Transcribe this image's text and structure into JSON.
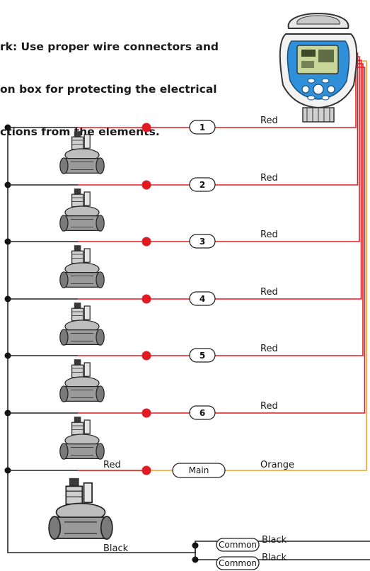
{
  "note": {
    "line1": "rk: Use proper wire connectors and",
    "line2": "on box for protecting the electrical",
    "line3": "ctions from the elements."
  },
  "colors": {
    "red_wire": "#e21b23",
    "orange_wire": "#f0a020",
    "black_wire": "#222222",
    "controller_blue": "#2f8fd8",
    "lcd_green": "#c8d69a"
  },
  "zones": [
    {
      "number": "1",
      "wire_label": "Red"
    },
    {
      "number": "2",
      "wire_label": "Red"
    },
    {
      "number": "3",
      "wire_label": "Red"
    },
    {
      "number": "4",
      "wire_label": "Red"
    },
    {
      "number": "5",
      "wire_label": "Red"
    },
    {
      "number": "6",
      "wire_label": "Red"
    }
  ],
  "main": {
    "label": "Main",
    "valve_wire_label": "Red",
    "controller_wire_label": "Orange"
  },
  "common": [
    {
      "label": "Common",
      "wire_label": "Black"
    },
    {
      "label": "Common",
      "wire_label": "Black"
    }
  ],
  "return_wire_label": "Black",
  "icons": {
    "controller": "irrigation-controller-icon",
    "valve": "solenoid-valve-icon",
    "main_valve": "master-valve-icon"
  }
}
